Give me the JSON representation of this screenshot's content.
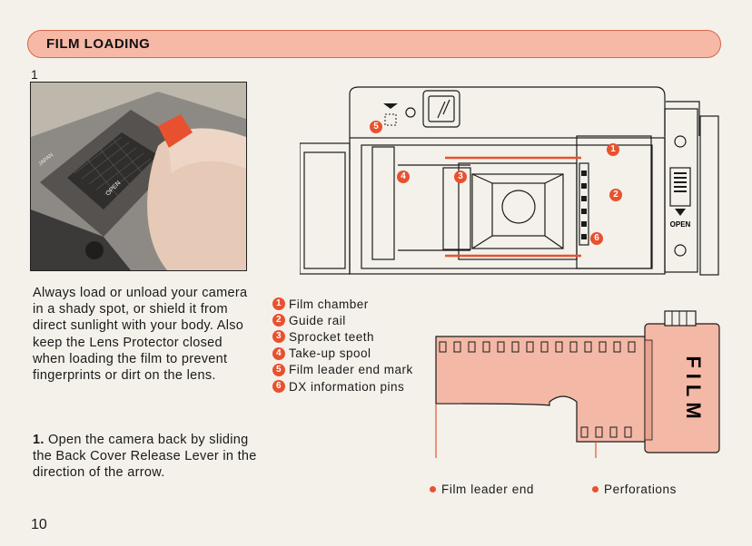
{
  "header": {
    "title": "FILM LOADING"
  },
  "figure_number": "1",
  "photo_labels": {
    "open": "OPEN",
    "japan": "JAPAN"
  },
  "body": {
    "paragraph": "Always load or unload your camera in a shady spot, or shield it from direct sunlight with your body. Also keep the Lens Protector closed when loading the film to prevent fingerprints or dirt on the lens.",
    "step_number": "1.",
    "step_text": "Open the camera back by sliding the Back Cover Release Lever in the direction of the arrow."
  },
  "legend": [
    {
      "num": "1",
      "label": "Film chamber"
    },
    {
      "num": "2",
      "label": "Guide rail"
    },
    {
      "num": "3",
      "label": "Sprocket teeth"
    },
    {
      "num": "4",
      "label": "Take-up spool"
    },
    {
      "num": "5",
      "label": "Film leader end mark"
    },
    {
      "num": "6",
      "label": "DX information pins"
    }
  ],
  "diagram": {
    "open_label": "OPEN"
  },
  "film": {
    "label": "FILM",
    "callout_leader": "Film leader end",
    "callout_perforations": "Perforations"
  },
  "page_number": "10",
  "colors": {
    "accent": "#e8512f",
    "banner_fill": "#f6b9a6",
    "film_fill": "#f4b8a6"
  }
}
